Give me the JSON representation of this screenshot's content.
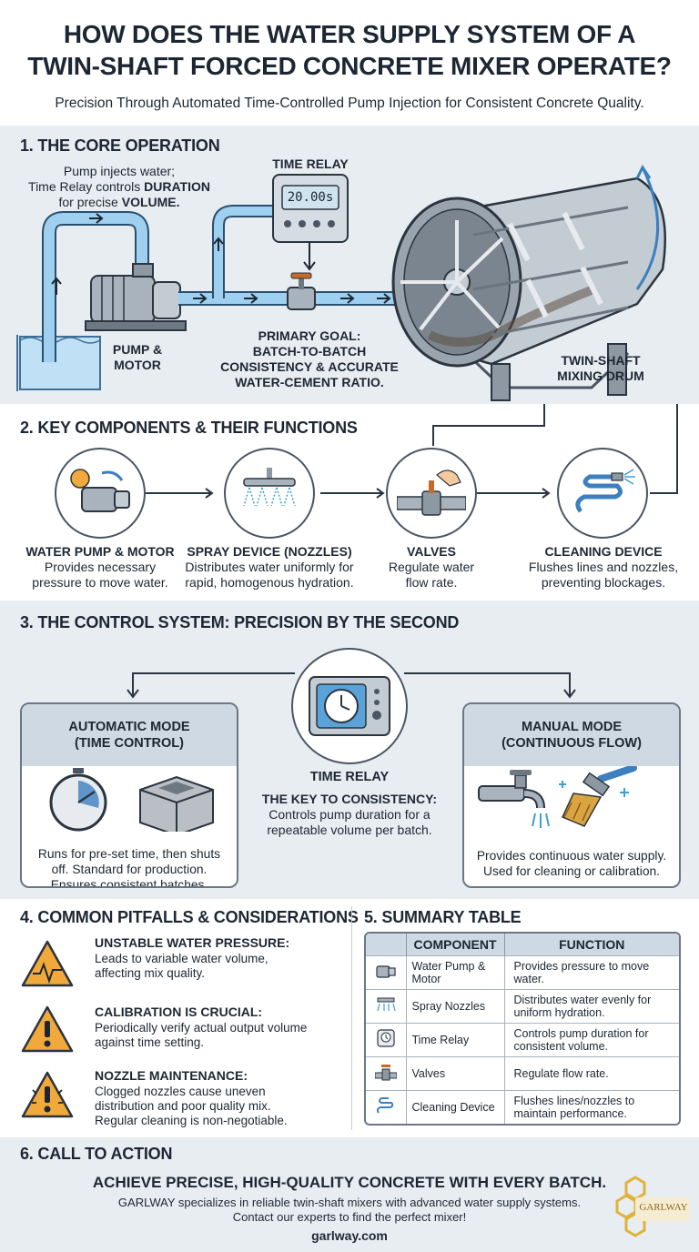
{
  "header": {
    "title_line1": "HOW DOES THE WATER SUPPLY SYSTEM OF A",
    "title_line2": "TWIN-SHAFT FORCED CONCRETE MIXER OPERATE?",
    "subtitle": "Precision Through Automated Time-Controlled Pump Injection for Consistent Concrete Quality."
  },
  "section1": {
    "title": "1. THE CORE OPERATION",
    "intro_line1": "Pump injects water;",
    "intro_line2_pre": "Time Relay controls ",
    "intro_line2_bold": "DURATION",
    "intro_line3_pre": "for precise ",
    "intro_line3_bold": "VOLUME.",
    "relay_label": "TIME RELAY",
    "relay_display": "20.00s",
    "pump_label_line1": "PUMP &",
    "pump_label_line2": "MOTOR",
    "goal_line1": "PRIMARY GOAL:",
    "goal_line2": "BATCH-TO-BATCH",
    "goal_line3": "CONSISTENCY & ACCURATE",
    "goal_line4": "WATER-CEMENT RATIO.",
    "drum_label_line1": "TWIN-SHAFT",
    "drum_label_line2": "MIXING DRUM"
  },
  "section2": {
    "title": "2. KEY COMPONENTS & THEIR FUNCTIONS",
    "components": [
      {
        "name": "WATER PUMP & MOTOR",
        "desc_line1": "Provides necessary",
        "desc_line2": "pressure to move water.",
        "icon": "pump-motor-icon"
      },
      {
        "name": "SPRAY DEVICE (NOZZLES)",
        "desc_line1": "Distributes water uniformly for",
        "desc_line2": "rapid, homogenous hydration.",
        "icon": "spray-nozzle-icon"
      },
      {
        "name": "VALVES",
        "desc_line1": "Regulate water",
        "desc_line2": "flow rate.",
        "icon": "valve-icon"
      },
      {
        "name": "CLEANING DEVICE",
        "desc_line1": "Flushes lines and nozzles,",
        "desc_line2": "preventing blockages.",
        "icon": "hose-icon"
      }
    ]
  },
  "section3": {
    "title": "3. THE CONTROL SYSTEM: PRECISION BY THE SECOND",
    "auto_title_line1": "AUTOMATIC MODE",
    "auto_title_line2": "(TIME CONTROL)",
    "auto_desc_line1": "Runs for pre-set time, then shuts",
    "auto_desc_line2": "off. Standard for production.",
    "auto_desc_line3": "Ensures consistent batches.",
    "relay_label": "TIME RELAY",
    "key_title": "THE KEY TO CONSISTENCY:",
    "key_desc_line1": "Controls pump duration for a",
    "key_desc_line2": "repeatable volume per batch.",
    "manual_title_line1": "MANUAL MODE",
    "manual_title_line2": "(CONTINUOUS FLOW)",
    "manual_desc_line1": "Provides continuous water supply.",
    "manual_desc_line2": "Used for cleaning or calibration."
  },
  "section4": {
    "title": "4. COMMON PITFALLS & CONSIDERATIONS",
    "pitfalls": [
      {
        "title": "UNSTABLE WATER PRESSURE:",
        "text_line1": "Leads to variable water volume,",
        "text_line2": "affecting mix quality.",
        "text_line3": "",
        "icon": "pressure-warning-icon"
      },
      {
        "title": "CALIBRATION IS CRUCIAL:",
        "text_line1": "Periodically verify actual output volume",
        "text_line2": "against time setting.",
        "text_line3": "",
        "icon": "exclamation-warning-icon"
      },
      {
        "title": "NOZZLE MAINTENANCE:",
        "text_line1": "Clogged nozzles cause uneven",
        "text_line2": "distribution and poor quality mix.",
        "text_line3": "Regular cleaning is non-negotiable.",
        "icon": "clog-warning-icon"
      }
    ]
  },
  "section5": {
    "title": "5. SUMMARY TABLE",
    "col_component": "COMPONENT",
    "col_function": "FUNCTION",
    "rows": [
      {
        "component": "Water Pump & Motor",
        "function": "Provides pressure to move water.",
        "icon": "pump-icon"
      },
      {
        "component": "Spray Nozzles",
        "function": "Distributes water evenly for uniform hydration.",
        "icon": "nozzle-icon"
      },
      {
        "component": "Time Relay",
        "function": "Controls pump duration for consistent volume.",
        "icon": "relay-icon"
      },
      {
        "component": "Valves",
        "function": "Regulate flow rate.",
        "icon": "valve-icon"
      },
      {
        "component": "Cleaning Device",
        "function": "Flushes lines/nozzles to maintain performance.",
        "icon": "hose-icon"
      }
    ]
  },
  "section6": {
    "title": "6. CALL TO ACTION",
    "headline": "ACHIEVE PRECISE, HIGH-QUALITY CONCRETE WITH EVERY BATCH.",
    "line1": "GARLWAY specializes in reliable twin-shaft mixers with advanced water supply systems.",
    "line2": "Contact our experts to find the perfect mixer!",
    "url": "garlway.com",
    "logo_text": "GARLWAY"
  },
  "colors": {
    "band": "#e8edf2",
    "pipe": "#8fc3e6",
    "water": "#bfe0f5",
    "steel": "#9aa4ae",
    "warning": "#f2a93b",
    "accent_blue": "#3d7fbf"
  }
}
